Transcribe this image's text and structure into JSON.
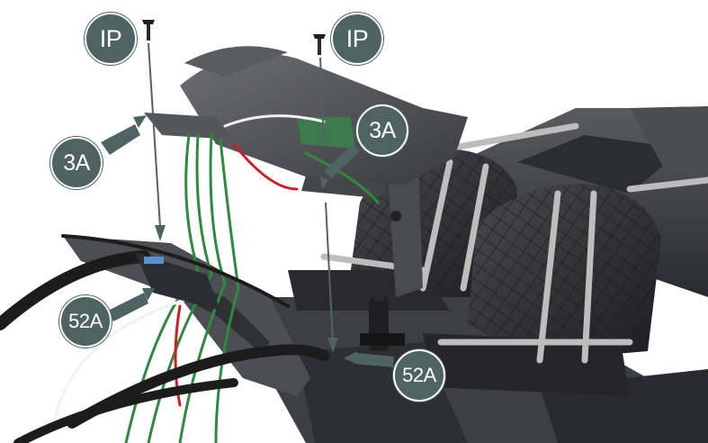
{
  "colors": {
    "callout_fill": "#4f6462",
    "callout_text": "#ffffff",
    "arrow": "#4f6462",
    "seat": "#2b2b2d",
    "body": "#3a3b3d",
    "pcb": "#3d7b4d",
    "wire_green": "#2f8a3f",
    "wire_red": "#c8202a",
    "wire_white": "#f2f2f2",
    "strap": "#bdbdbd"
  },
  "callouts": {
    "ip_left": "IP",
    "ip_right": "IP",
    "part_3a_left": "3A",
    "part_3a_right": "3A",
    "part_52a_left": "52A",
    "part_52a_right": "52A"
  }
}
